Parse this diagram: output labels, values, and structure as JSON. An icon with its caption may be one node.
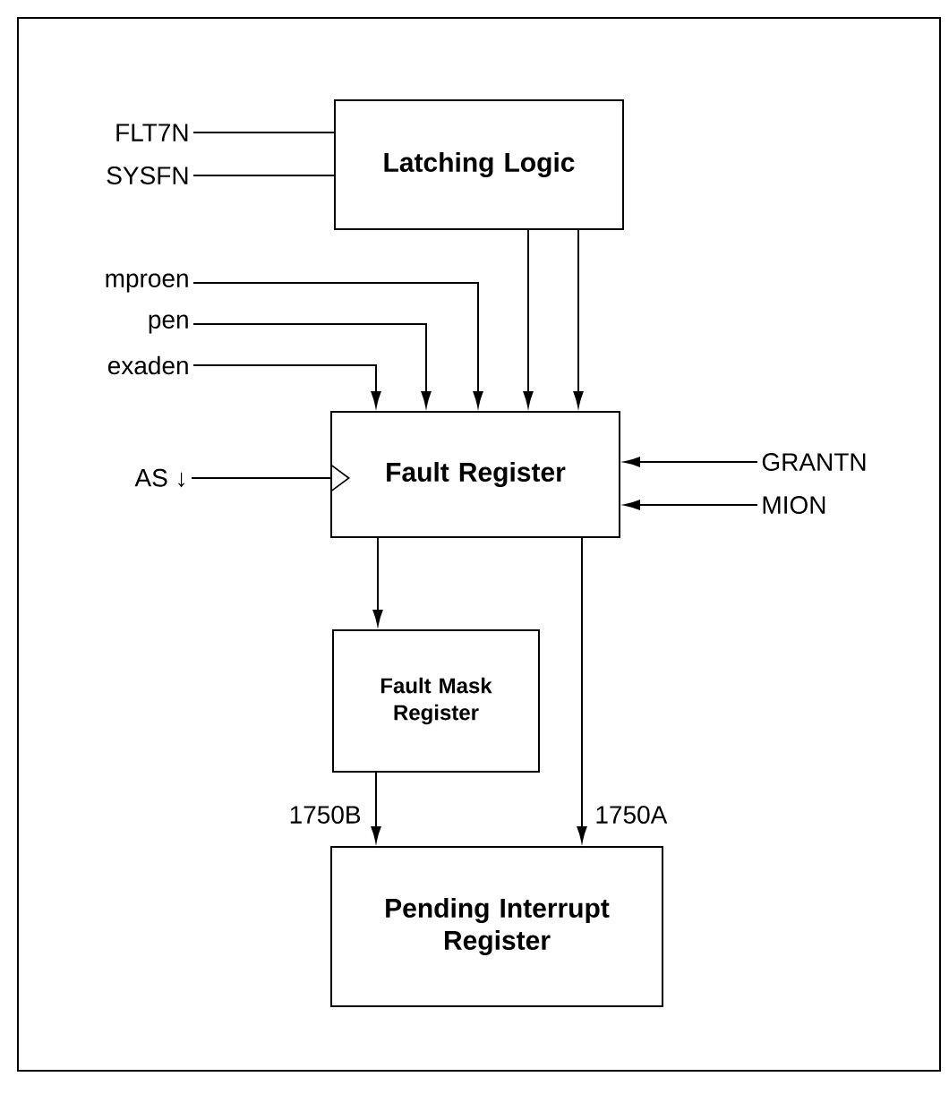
{
  "diagram": {
    "nodes": [
      {
        "text": [
          "Latching Logic"
        ]
      },
      {
        "text": [
          "Fault Register"
        ]
      },
      {
        "text": [
          "Fault Mask Register"
        ]
      },
      {
        "text": [
          "Pending Interrupt Register"
        ]
      },
      {
        "text": [
          "FLT7N"
        ]
      },
      {
        "text": [
          "SYSFN"
        ]
      },
      {
        "text": [
          "mproen"
        ]
      },
      {
        "text": [
          "pen"
        ]
      },
      {
        "text": [
          "exaden"
        ]
      },
      {
        "text": [
          "AS ↓"
        ]
      },
      {
        "text": [
          "GRANTN"
        ]
      },
      {
        "text": [
          "MION"
        ]
      }
    ],
    "edges": [
      {
        "from": 4,
        "to": 0,
        "arrow": "none"
      },
      {
        "from": 5,
        "to": 0,
        "arrow": "none"
      },
      {
        "from": 6,
        "to": 1,
        "arrow": "to"
      },
      {
        "from": 7,
        "to": 1,
        "arrow": "to"
      },
      {
        "from": 8,
        "to": 1,
        "arrow": "to"
      },
      {
        "from": 0,
        "to": 1,
        "arrow": "to"
      },
      {
        "from": 0,
        "to": 1,
        "arrow": "to"
      },
      {
        "from": 9,
        "to": 1,
        "arrow": "to"
      },
      {
        "from": 10,
        "to": 1,
        "arrow": "to"
      },
      {
        "from": 11,
        "to": 1,
        "arrow": "to"
      },
      {
        "from": 1,
        "to": 2,
        "arrow": "to"
      },
      {
        "from": 2,
        "to": 3,
        "arrow": "to",
        "label": "1750B"
      },
      {
        "from": 1,
        "to": 3,
        "arrow": "to",
        "label": "1750A"
      }
    ]
  }
}
